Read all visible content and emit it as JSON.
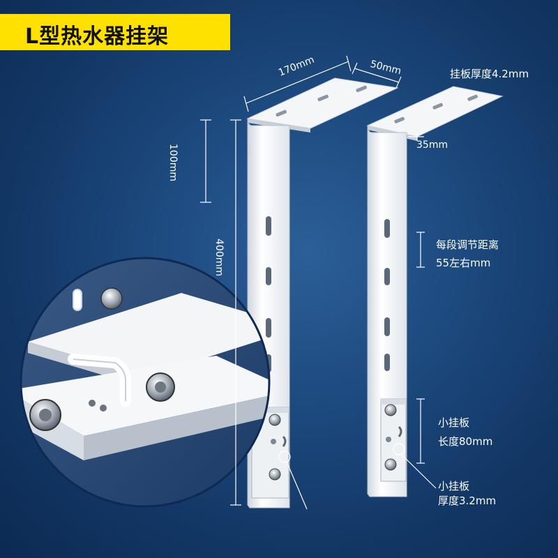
{
  "title": "L型热水器挂架",
  "dimensions": {
    "top_length": "170mm",
    "width": "50mm",
    "plate_thickness": "挂板厚度4.2mm",
    "inner_offset": "35mm",
    "vertical_short": "100mm",
    "vertical_total": "400mm",
    "adjust_line1": "每段调节距离",
    "adjust_line2": "55左右mm",
    "small_plate_line1": "小挂板",
    "small_plate_line2": "长度80mm",
    "small_thick_line1": "小挂板",
    "small_thick_line2": "厚度3.2mm"
  }
}
